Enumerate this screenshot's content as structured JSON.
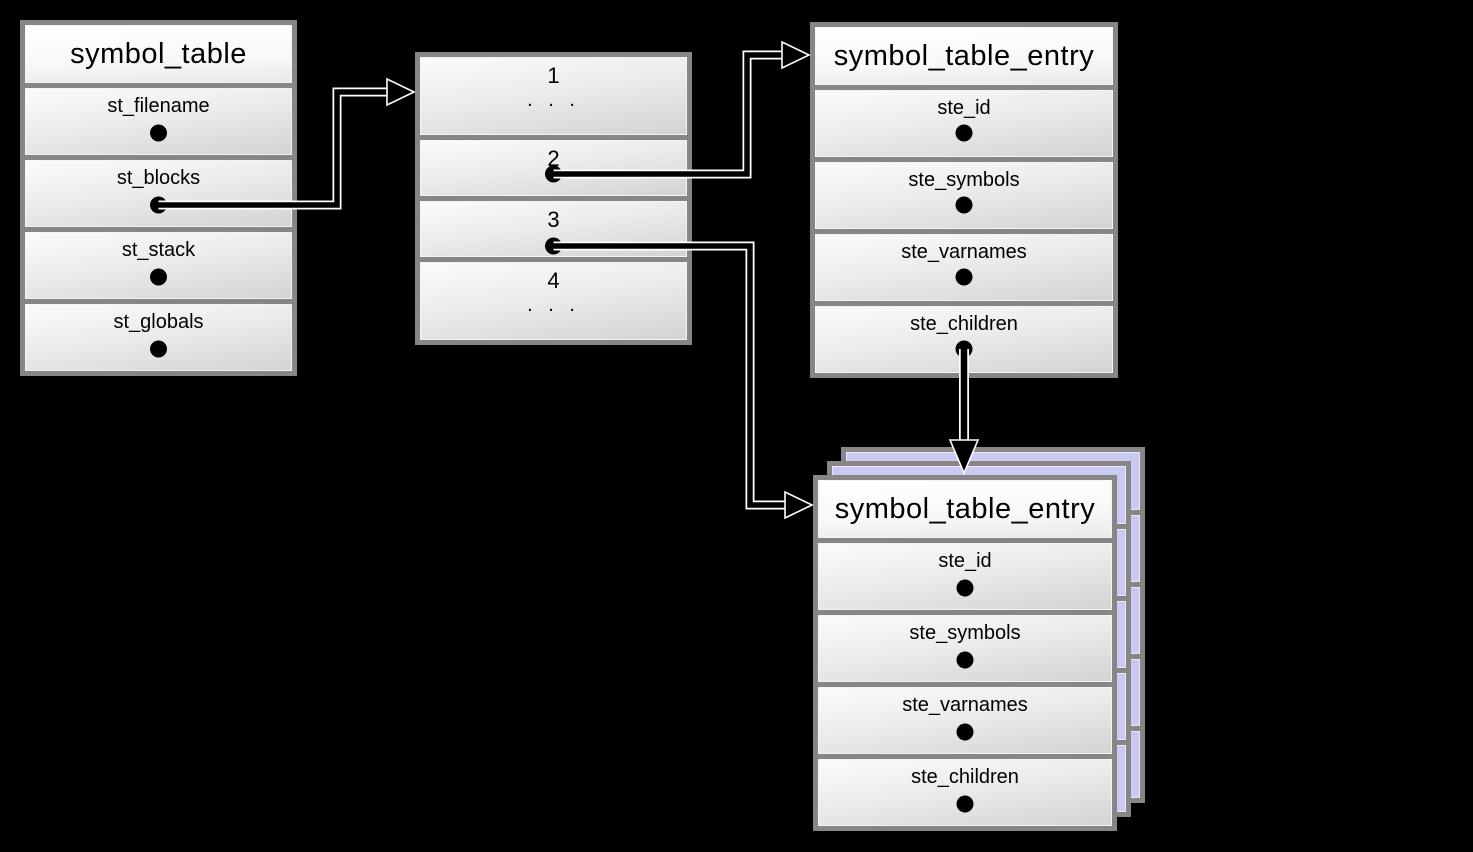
{
  "canvas": {
    "background": "#000000"
  },
  "colors": {
    "frame_gray": "#868686",
    "cell_top": "#fbfbfb",
    "cell_bottom": "#d3d3d3",
    "stack_layer_fill": "#c9c9f1",
    "connector": "#000000",
    "connector_halo": "#ffffff",
    "text": "#000000"
  },
  "symbol_table": {
    "title": "symbol_table",
    "fields": [
      "st_filename",
      "st_blocks",
      "st_stack",
      "st_globals"
    ]
  },
  "blocks_array": {
    "cells": [
      {
        "num": "1",
        "ellipsis": ". . ."
      },
      {
        "num": "2",
        "ellipsis": ""
      },
      {
        "num": "3",
        "ellipsis": ""
      },
      {
        "num": "4",
        "ellipsis": ". . ."
      }
    ]
  },
  "symbol_table_entry": {
    "title": "symbol_table_entry",
    "fields": [
      "ste_id",
      "ste_symbols",
      "ste_varnames",
      "ste_children"
    ]
  }
}
